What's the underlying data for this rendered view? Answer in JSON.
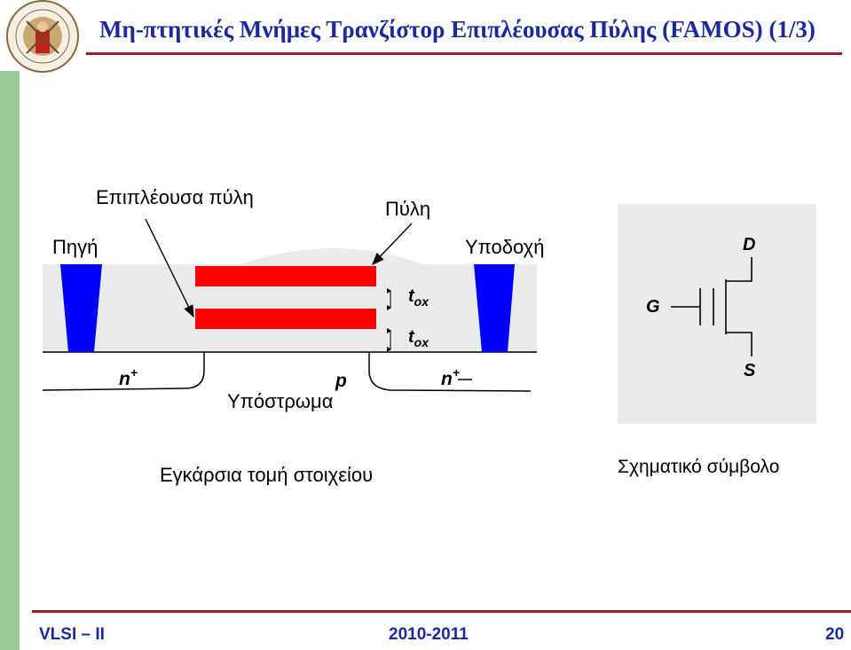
{
  "slide": {
    "title": "Μη-πτητικές Μνήμες Τρανζίστορ Επιπλέουσας Πύλης (FAMOS) (1/3)"
  },
  "cross_section": {
    "floating_gate_label": "Επιπλέουσα πύλη",
    "gate_label": "Πύλη",
    "source_label": "Πηγή",
    "drain_label": "Υποδοχή",
    "tox_top": {
      "t": "t",
      "sub": "ox"
    },
    "tox_bottom": {
      "t": "t",
      "sub": "ox"
    },
    "n_left": {
      "base": "n",
      "sup": "+"
    },
    "n_right": {
      "base": "n",
      "sup": "+"
    },
    "p_label": "p",
    "substrate_label": "Υπόστρωμα",
    "caption": "Εγκάρσια τομή στοιχείου",
    "colors": {
      "gate": "#ff0000",
      "contact": "#0000ff",
      "oxide": "#eaeaea"
    }
  },
  "symbol": {
    "gate": "G",
    "drain": "D",
    "source": "S",
    "caption": "Σχηματικό σύμβολο"
  },
  "footer": {
    "course": "VLSI – II",
    "year": "2010-2011",
    "page": "20"
  }
}
